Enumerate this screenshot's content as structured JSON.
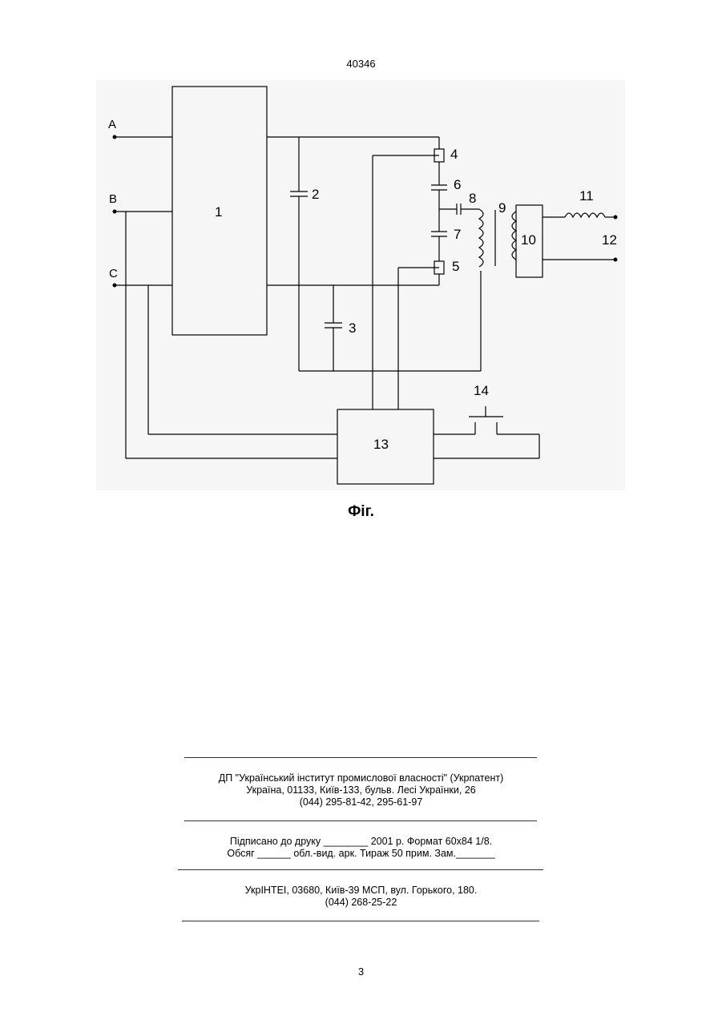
{
  "header": {
    "document_number": "40346"
  },
  "figure": {
    "caption": "Фіг.",
    "terminals": [
      "A",
      "B",
      "C"
    ],
    "component_labels": {
      "c1": "1",
      "c2": "2",
      "c3": "3",
      "c4": "4",
      "c5": "5",
      "c6": "6",
      "c7": "7",
      "c8": "8",
      "c9": "9",
      "c10": "10",
      "c11": "11",
      "c12": "12",
      "c13": "13",
      "c14": "14"
    }
  },
  "imprint": {
    "publisher_line1": "ДП \"Український інститут промислової власності\" (Укрпатент)",
    "publisher_line2": "Україна, 01133, Київ-133, бульв. Лесі Українки, 26",
    "publisher_line3": "(044) 295-81-42, 295-61-97",
    "print_line1": "Підписано до друку ________ 2001 р.    Формат 60х84 1/8.",
    "print_line2": "Обсяг ______ обл.-вид. арк.   Тираж 50 прим.    Зам._______",
    "printer_line1": "УкрІНТЕІ, 03680, Київ-39 МСП, вул. Горького, 180.",
    "printer_line2": "(044) 268-25-22"
  },
  "footer": {
    "page_number": "3"
  }
}
